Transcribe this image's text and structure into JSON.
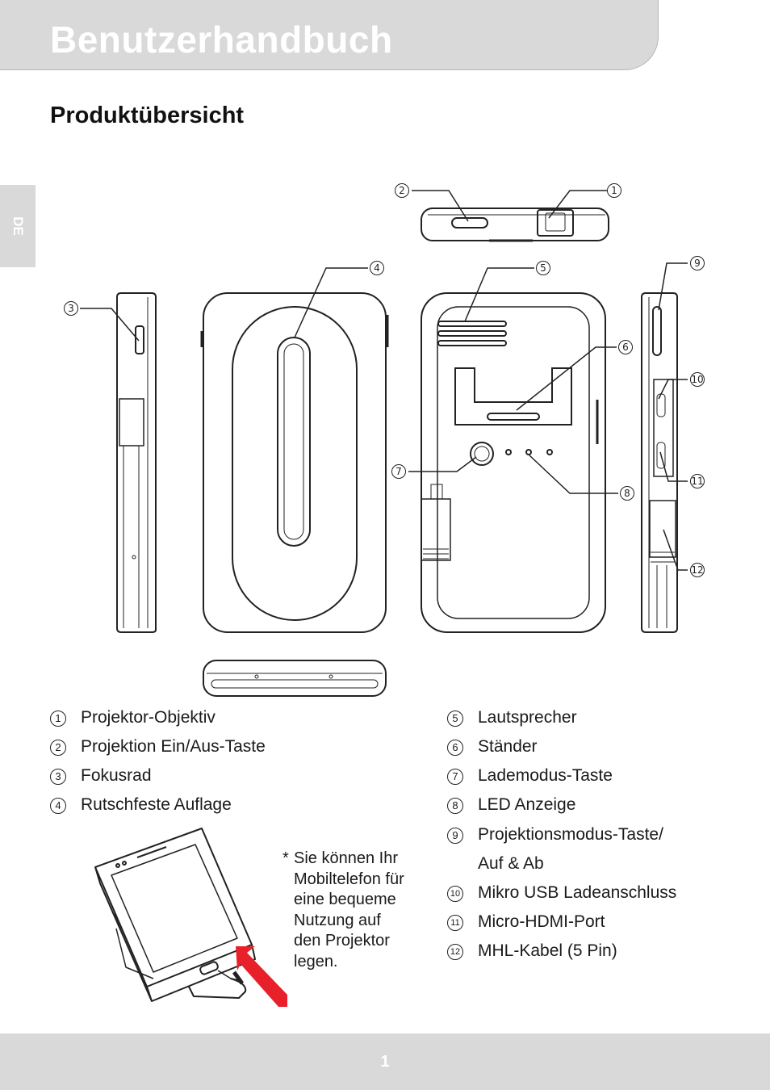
{
  "header": {
    "title": "Benutzerhandbuch"
  },
  "section": {
    "title": "Produktübersicht"
  },
  "language_tab": {
    "label": "DE"
  },
  "diagram": {
    "callouts": [
      "1",
      "2",
      "3",
      "4",
      "5",
      "6",
      "7",
      "8",
      "9",
      "10",
      "11",
      "12"
    ]
  },
  "legend": {
    "left": [
      {
        "num": "1",
        "label": "Projektor-Objektiv"
      },
      {
        "num": "2",
        "label": "Projektion Ein/Aus-Taste"
      },
      {
        "num": "3",
        "label": "Fokusrad"
      },
      {
        "num": "4",
        "label": "Rutschfeste Auflage"
      }
    ],
    "right": [
      {
        "num": "5",
        "label": "Lautsprecher"
      },
      {
        "num": "6",
        "label": "Ständer"
      },
      {
        "num": "7",
        "label": "Lademodus-Taste"
      },
      {
        "num": "8",
        "label": "LED Anzeige"
      },
      {
        "num": "9",
        "label": "Projektionsmodus-Taste/"
      },
      {
        "num": "",
        "label": "Auf & Ab"
      },
      {
        "num": "10",
        "label": "Mikro USB Ladeanschluss"
      },
      {
        "num": "11",
        "label": "Micro-HDMI-Port"
      },
      {
        "num": "12",
        "label": "MHL-Kabel (5 Pin)"
      }
    ]
  },
  "note": {
    "marker": "*",
    "lines": [
      "Sie können Ihr",
      "Mobiltelefon für",
      "eine bequeme",
      "Nutzung auf",
      "den Projektor",
      "legen."
    ]
  },
  "footer": {
    "page_number": "1"
  },
  "colors": {
    "tab_gray": "#d9d9d9",
    "arrow_red": "#e8202a",
    "line": "#222222"
  }
}
